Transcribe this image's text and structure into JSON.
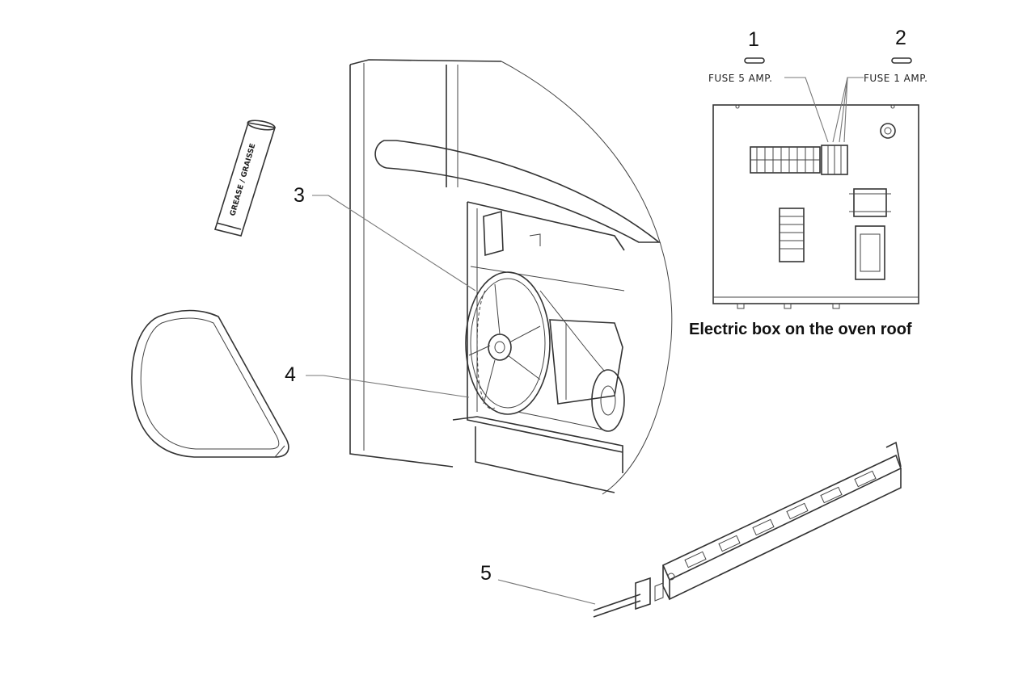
{
  "callouts": {
    "c1": "1",
    "c2": "2",
    "c3": "3",
    "c4": "4",
    "c5": "5"
  },
  "labels": {
    "fuse5": "FUSE 5 AMP.",
    "fuse1": "FUSE 1 AMP.",
    "grease_tube": "GREASE / GRAISSE",
    "electric_box_caption": "Electric box on the oven roof"
  },
  "colors": {
    "line": "#333333",
    "leader": "#777777",
    "background": "#ffffff"
  }
}
